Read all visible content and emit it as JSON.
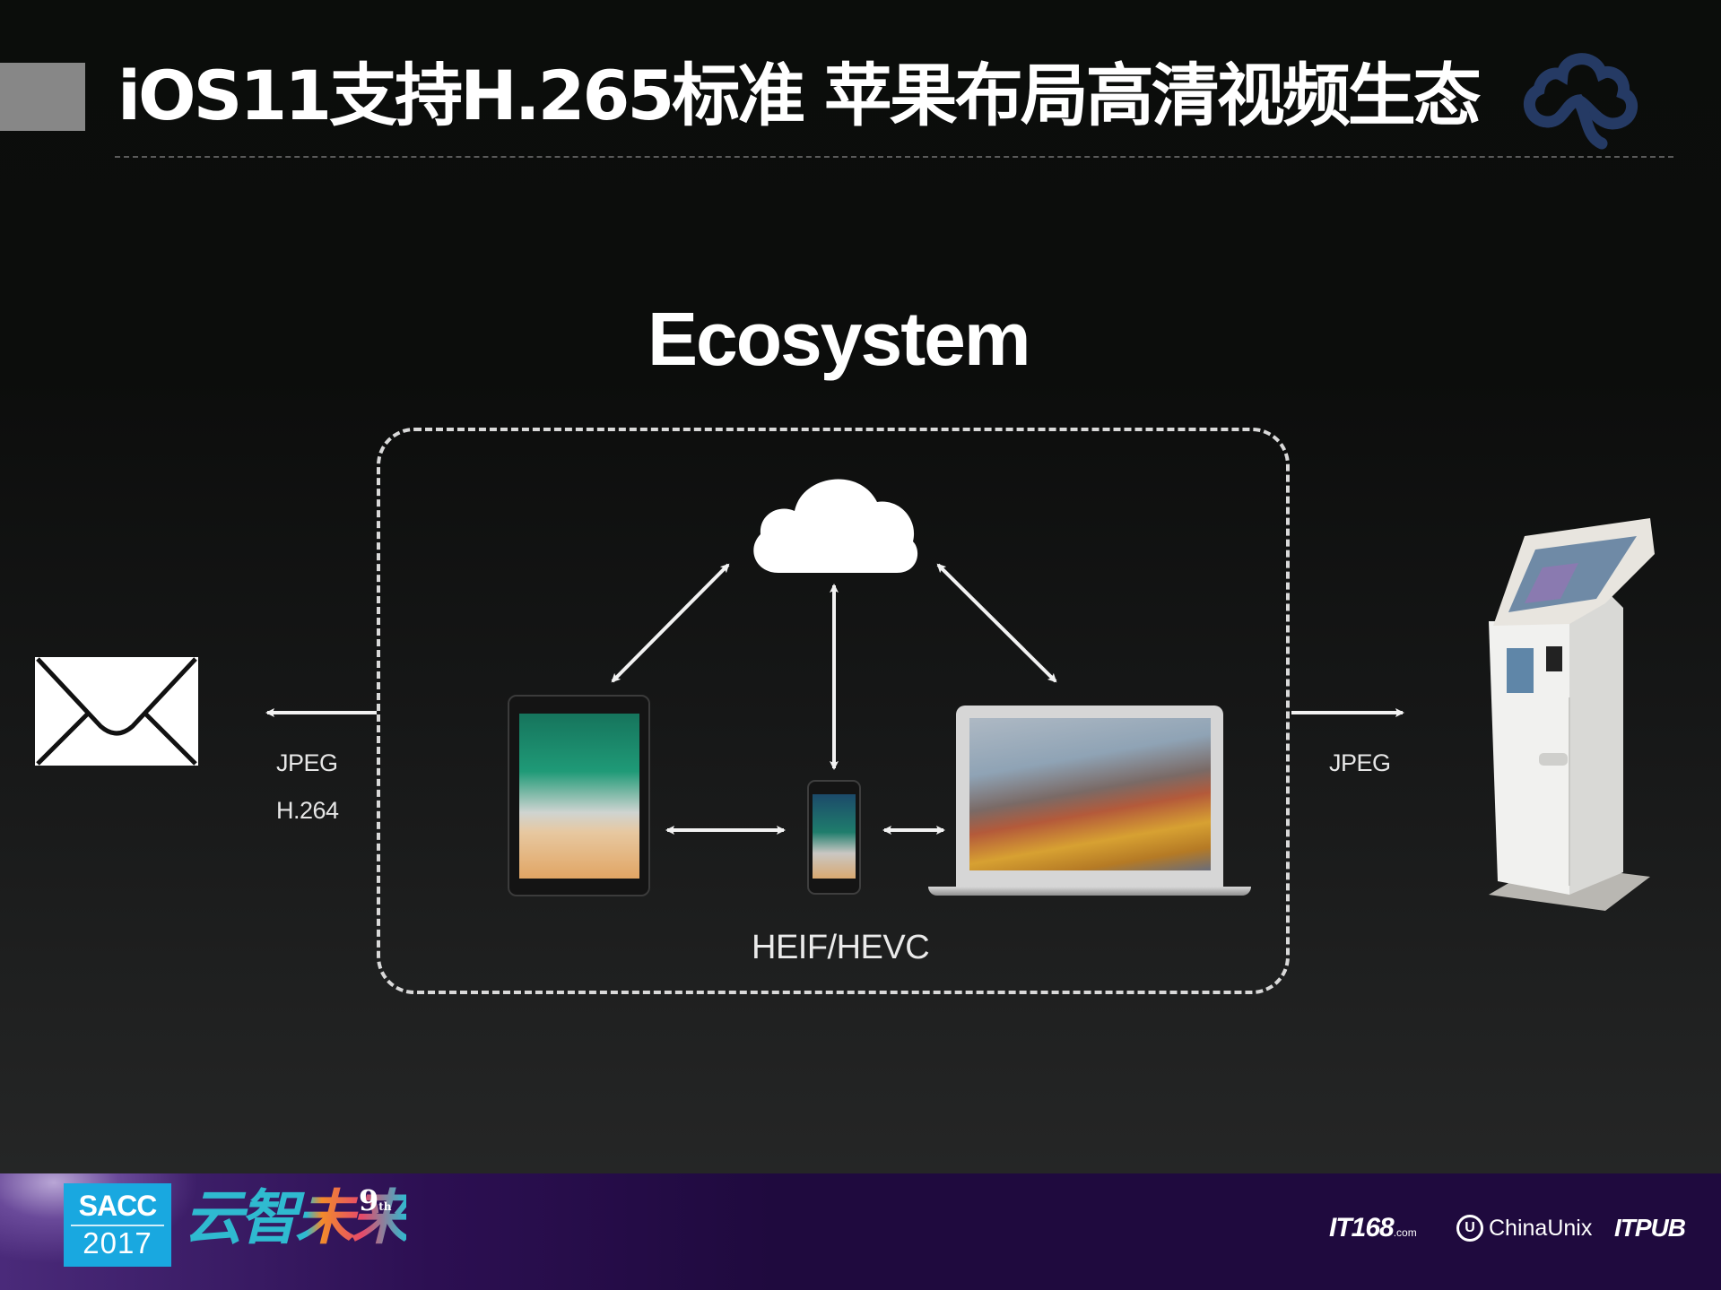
{
  "header": {
    "title": "iOS11支持H.265标准 苹果布局高清视频生态",
    "logo_icon": "cloud-loop-logo-icon",
    "logo_color": "#253a64",
    "accent_block_color": "#878787"
  },
  "diagram": {
    "title": "Ecosystem",
    "inner_format_label": "HEIF/HEVC",
    "left_output": {
      "target_icon": "envelope-icon",
      "formats": [
        "JPEG",
        "H.264"
      ]
    },
    "right_output": {
      "target_icon": "kiosk-terminal-icon",
      "formats": [
        "JPEG"
      ]
    },
    "nodes": [
      {
        "id": "cloud",
        "icon": "cloud-icon"
      },
      {
        "id": "ipad",
        "icon": "ipad-icon"
      },
      {
        "id": "iphone",
        "icon": "iphone-icon"
      },
      {
        "id": "macbook",
        "icon": "macbook-icon"
      }
    ],
    "connections": [
      {
        "from": "cloud",
        "to": "ipad",
        "type": "bidirectional"
      },
      {
        "from": "cloud",
        "to": "iphone",
        "type": "bidirectional"
      },
      {
        "from": "cloud",
        "to": "macbook",
        "type": "bidirectional"
      },
      {
        "from": "ipad",
        "to": "iphone",
        "type": "bidirectional"
      },
      {
        "from": "iphone",
        "to": "macbook",
        "type": "bidirectional"
      },
      {
        "from": "ecosystem",
        "to": "envelope",
        "type": "one-way"
      },
      {
        "from": "ecosystem",
        "to": "kiosk",
        "type": "one-way"
      }
    ]
  },
  "footer": {
    "badge_top": "SACC",
    "badge_year": "2017",
    "badge_color": "#19a8e0",
    "slogan": "云智未来",
    "edition_number": "9",
    "edition_suffix": "th",
    "partners": [
      {
        "name": "IT168",
        "suffix": ".com"
      },
      {
        "name": "ChinaUnix",
        "icon_letter": "U"
      },
      {
        "name": "ITPUB"
      }
    ],
    "background_color": "#1f0a3e"
  }
}
